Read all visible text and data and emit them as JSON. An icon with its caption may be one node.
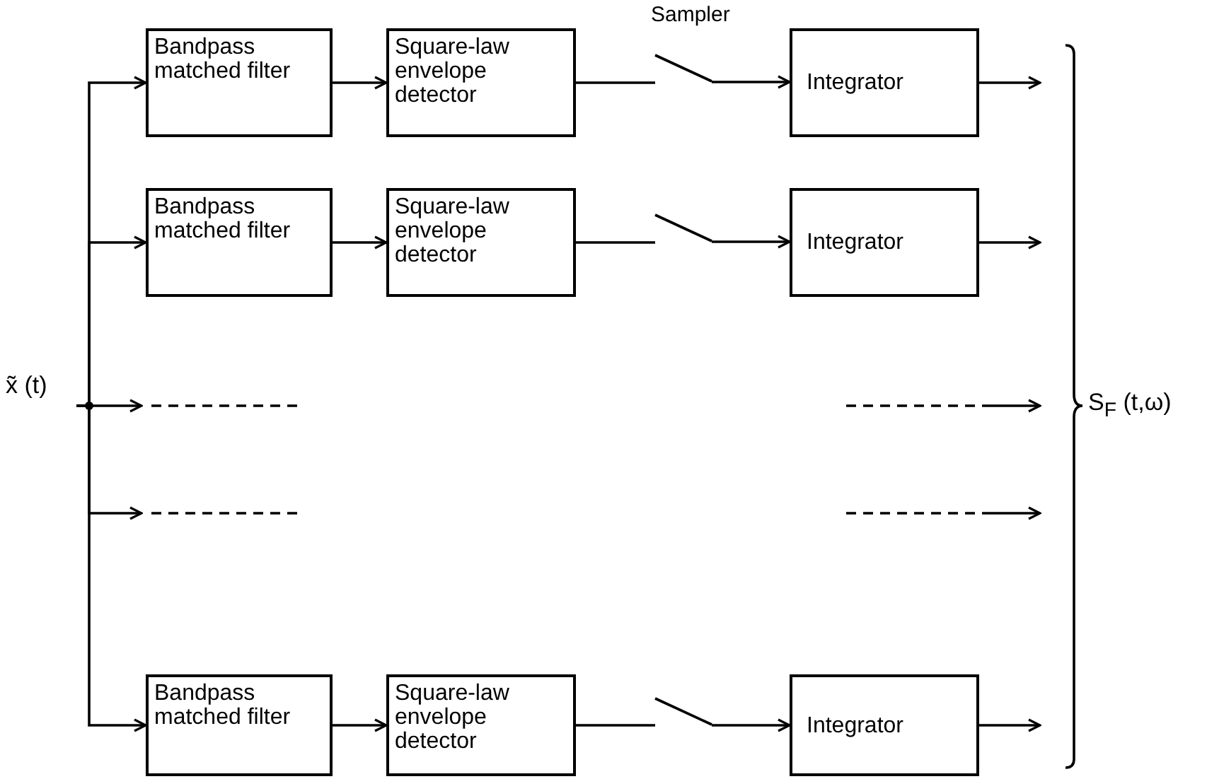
{
  "diagram": {
    "nodes": [
      {
        "text": [
          "x̃ (t)"
        ]
      },
      {
        "text": [
          "Bandpass matched filter"
        ]
      },
      {
        "text": [
          "Square-law envelope detector"
        ]
      },
      {
        "text": [],
        "shape": "switch",
        "beside": [
          "Sampler"
        ]
      },
      {
        "text": [
          "Integrator"
        ]
      },
      {
        "text": [
          "Bandpass matched filter"
        ]
      },
      {
        "text": [
          "Square-law envelope detector"
        ]
      },
      {
        "text": [],
        "shape": "switch"
      },
      {
        "text": [
          "Integrator"
        ]
      },
      {
        "text": [
          "Bandpass matched filter"
        ]
      },
      {
        "text": [
          "Square-law envelope detector"
        ]
      },
      {
        "text": [],
        "shape": "switch"
      },
      {
        "text": [
          "Integrator"
        ]
      },
      {
        "text": [
          "S$_{F}$ (t,ω)"
        ]
      }
    ],
    "edges": [
      {
        "from": 0,
        "to": 1,
        "arrow": "to"
      },
      {
        "from": 0,
        "to": 5,
        "arrow": "to"
      },
      {
        "from": 0,
        "to": null,
        "arrow": "to"
      },
      {
        "from": 0,
        "to": null,
        "arrow": "to"
      },
      {
        "from": 0,
        "to": 9,
        "arrow": "to"
      },
      {
        "from": 1,
        "to": 2,
        "arrow": "to"
      },
      {
        "from": 2,
        "to": 3,
        "arrow": "none"
      },
      {
        "from": 3,
        "to": 4,
        "arrow": "to"
      },
      {
        "from": 4,
        "to": 13,
        "arrow": "to"
      },
      {
        "from": 5,
        "to": 6,
        "arrow": "to"
      },
      {
        "from": 6,
        "to": 7,
        "arrow": "none"
      },
      {
        "from": 7,
        "to": 8,
        "arrow": "to"
      },
      {
        "from": 8,
        "to": 13,
        "arrow": "to"
      },
      {
        "from": null,
        "to": 13,
        "arrow": "to",
        "style": "dashed"
      },
      {
        "from": null,
        "to": 13,
        "arrow": "to",
        "style": "dashed"
      },
      {
        "from": 9,
        "to": 10,
        "arrow": "to"
      },
      {
        "from": 10,
        "to": 11,
        "arrow": "none"
      },
      {
        "from": 11,
        "to": 12,
        "arrow": "to"
      },
      {
        "from": 12,
        "to": 13,
        "arrow": "to"
      }
    ]
  }
}
